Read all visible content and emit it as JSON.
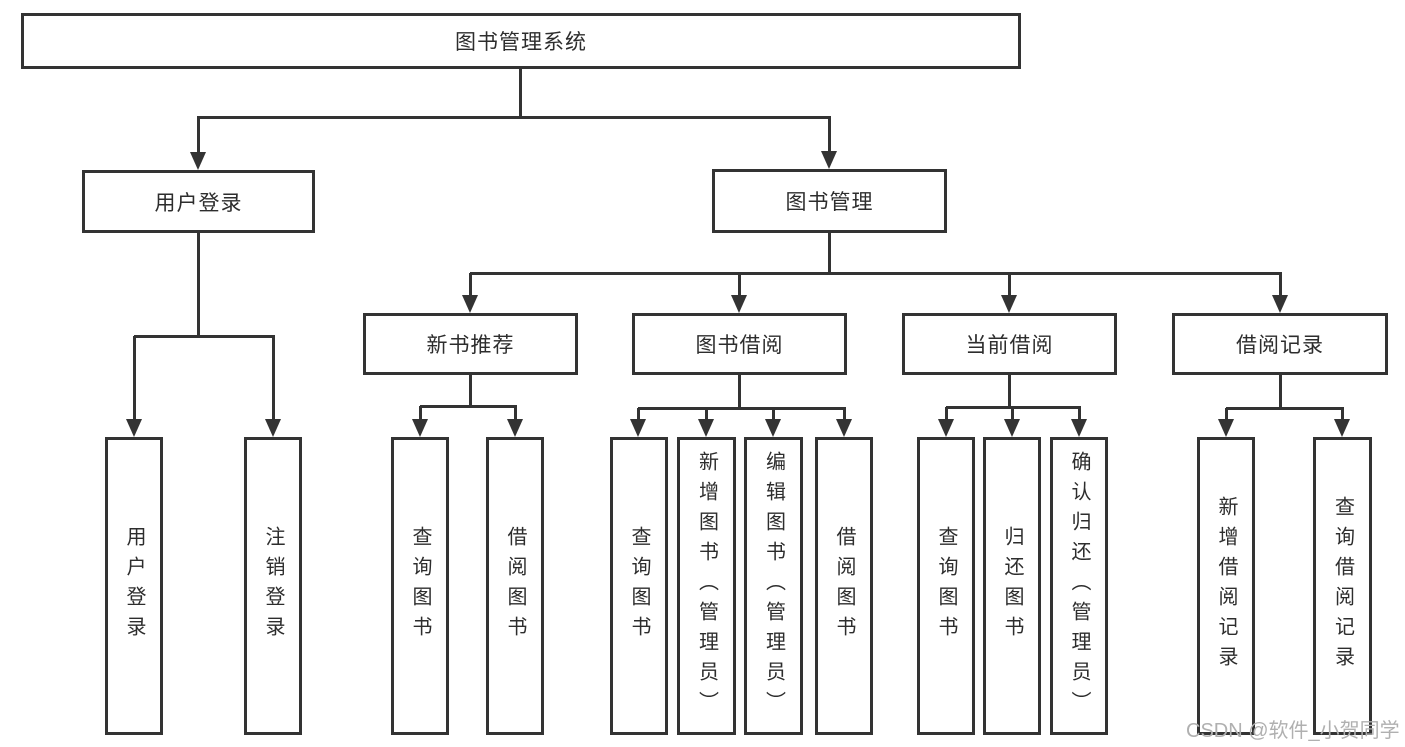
{
  "diagram": {
    "root": "图书管理系统",
    "level1": [
      "用户登录",
      "图书管理"
    ],
    "level2": [
      "新书推荐",
      "图书借阅",
      "当前借阅",
      "借阅记录"
    ],
    "leaves_login": [
      "用户登录",
      "注销登录"
    ],
    "leaves_newbook": [
      "查询图书",
      "借阅图书"
    ],
    "leaves_borrow": [
      "查询图书",
      "新增图书（管理员）",
      "编辑图书（管理员）",
      "借阅图书"
    ],
    "leaves_current": [
      "查询图书",
      "归还图书",
      "确认归还（管理员）"
    ],
    "leaves_history": [
      "新增借阅记录",
      "查询借阅记录"
    ]
  },
  "watermark": {
    "text": "CSDN @软件_小贺同学"
  },
  "colors": {
    "line": "#333333",
    "text": "#2d2d2d",
    "watermark": "#b0b0b0",
    "background": "#ffffff"
  }
}
